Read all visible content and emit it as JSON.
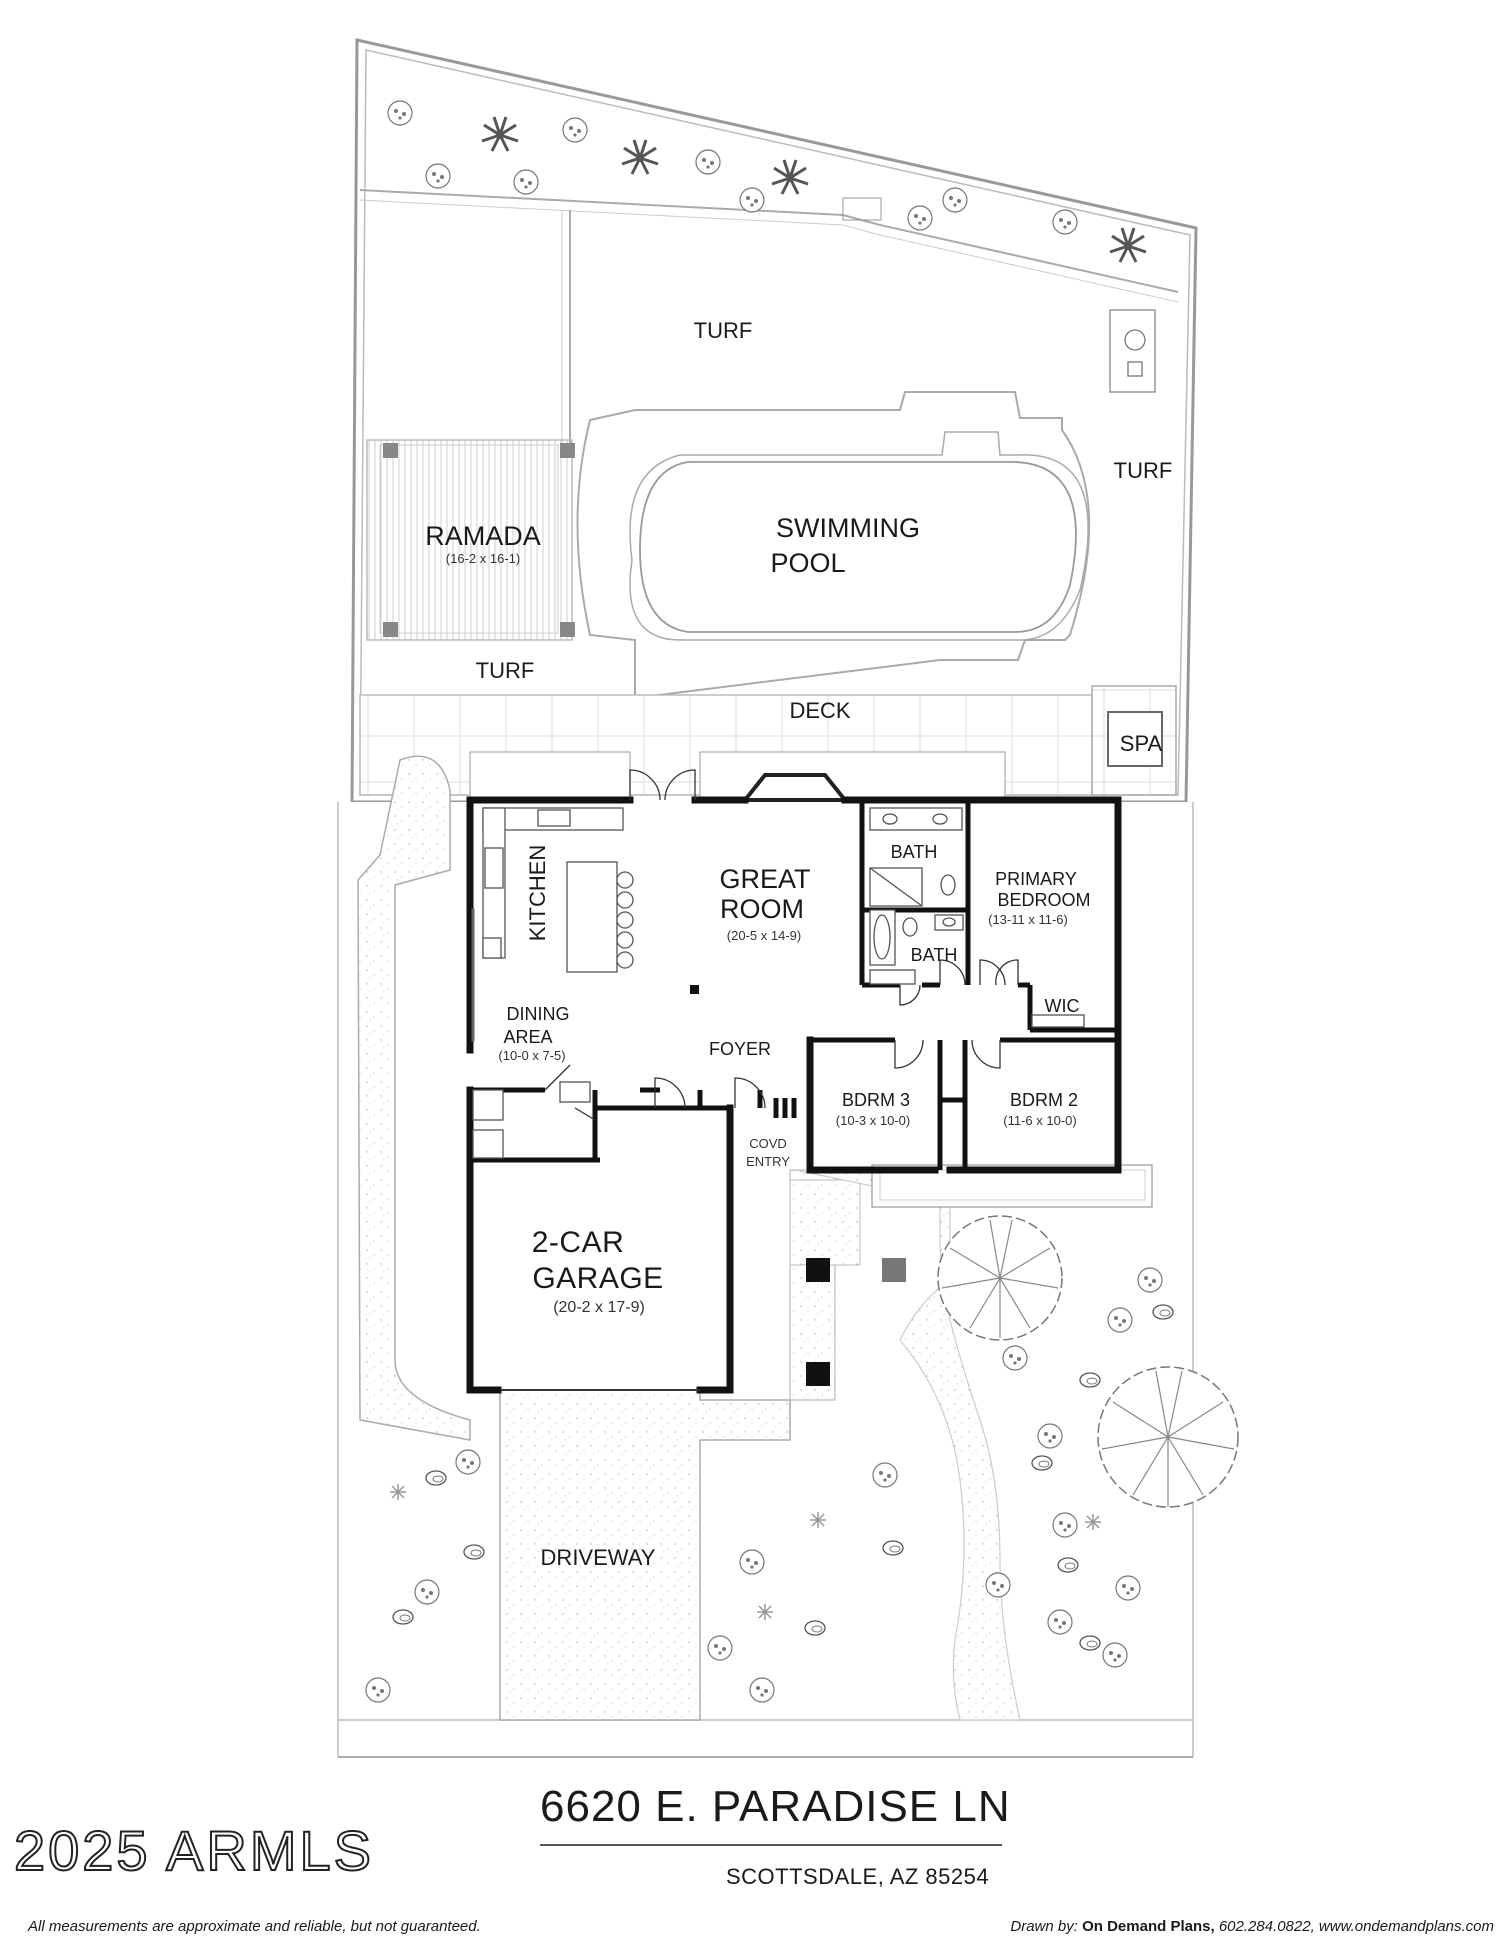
{
  "rooms": {
    "turf_top": "TURF",
    "turf_right": "TURF",
    "turf_bottom": "TURF",
    "ramada": "RAMADA",
    "ramada_dim": "(16-2 x 16-1)",
    "pool_line1": "SWIMMING",
    "pool_line2": "POOL",
    "deck": "DECK",
    "spa": "SPA",
    "kitchen": "KITCHEN",
    "great_room_line1": "GREAT",
    "great_room_line2": "ROOM",
    "great_room_dim": "(20-5 x 14-9)",
    "bath_upper": "BATH",
    "bath_lower": "BATH",
    "primary_line1": "PRIMARY",
    "primary_line2": "BEDROOM",
    "primary_dim": "(13-11 x 11-6)",
    "wic": "WIC",
    "dining_line1": "DINING",
    "dining_line2": "AREA",
    "dining_dim": "(10-0 x 7-5)",
    "foyer": "FOYER",
    "bdrm3": "BDRM 3",
    "bdrm3_dim": "(10-3 x 10-0)",
    "bdrm2": "BDRM 2",
    "bdrm2_dim": "(11-6 x 10-0)",
    "covd_line1": "COVD",
    "covd_line2": "ENTRY",
    "garage_line1": "2-CAR",
    "garage_line2": "GARAGE",
    "garage_dim": "(20-2 x 17-9)",
    "driveway": "DRIVEWAY"
  },
  "title": {
    "address": "6620 E. PARADISE LN",
    "city": "SCOTTSDALE, AZ 85254"
  },
  "watermark": "2025 ARMLS",
  "footer": {
    "disclaimer": "All measurements are approximate and reliable, but not guaranteed.",
    "drawn_by_label": "Drawn by:",
    "drawn_by_company": "On Demand Plans,",
    "drawn_by_contact": "602.284.0822, www.ondemandplans.com"
  }
}
